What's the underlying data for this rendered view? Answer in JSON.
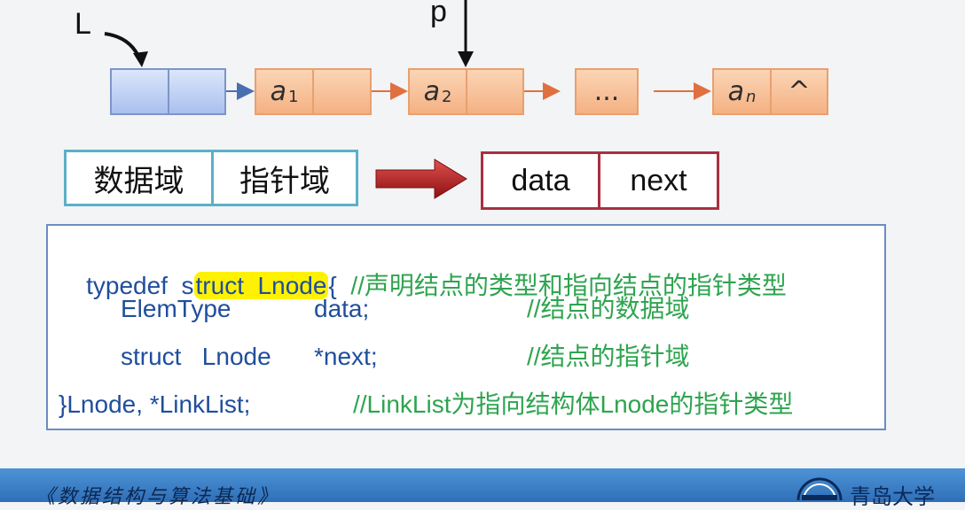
{
  "diagram": {
    "head_pointer_label": "L",
    "current_pointer_label": "p",
    "nodes": [
      {
        "name": "a",
        "sub": "1"
      },
      {
        "name": "a",
        "sub": "2"
      },
      {
        "name": "...",
        "sub": ""
      },
      {
        "name": "a",
        "sub": "n"
      }
    ],
    "null_symbol": "^"
  },
  "field_mapping": {
    "chinese_fields": [
      "数据域",
      "指针域"
    ],
    "english_fields": [
      "data",
      "next"
    ]
  },
  "code": {
    "line1_pre": "typedef  s",
    "line1_highlight": "truct  Lnode",
    "line1_post": "{  ",
    "line1_comment": "//声明结点的类型和指向结点的指针类型",
    "line2_type": "ElemType",
    "line2_field": "data;",
    "line2_comment": "//结点的数据域",
    "line3_type": "struct   Lnode",
    "line3_field": "*next;",
    "line3_comment": "//结点的指针域",
    "line4_code": "}Lnode, *LinkList;",
    "line4_comment": "//LinkList为指向结构体Lnode的指针类型"
  },
  "footer": {
    "course_title": "《数据结构与算法基础》",
    "logo_text": "青岛大学"
  },
  "colors": {
    "node_fill": "#f4b183",
    "head_fill": "#a9c0ee",
    "code_text": "#1f4e9c",
    "comment_text": "#2ea44f",
    "highlight": "#fff200",
    "footer_bg": "#2f6fb8"
  }
}
